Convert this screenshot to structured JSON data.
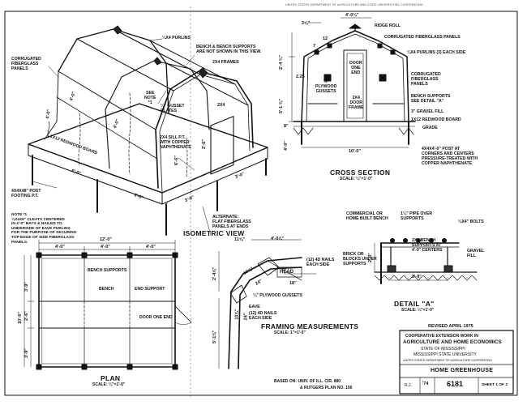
{
  "sheet": {
    "top_bar": "UNITED STATES DEPARTMENT OF AGRICULTURE AND STATE UNIVERSITIES COOPERATING",
    "revised": "REVISED APRIL 1975",
    "based_on_1": "BASED ON: UNIV. OF ILL. CIR. 880",
    "based_on_2": "& RUTGERS PLAN NO. 156"
  },
  "isometric": {
    "title": "ISOMETRIC VIEW",
    "labels": {
      "purlins": "¼x4 PURLINS",
      "bench_supports": "BENCH & BENCH SUPPORTS\nARE NOT SHOWN IN THIS VIEW.",
      "frames": "2x4 FRAMES",
      "corrugated": "CORRUGATED\nFIBERGLASS\nPANELS",
      "see_note": "SEE\nNOTE\n*1",
      "gusset": "¼\" GUSSET\nPLATES",
      "two_by_four": "2x4",
      "sill": "2x4 SILL P.T.\nWITH COPPER\nNAPHTHENATE",
      "redwood": "1x12 REDWOOD BOARD",
      "post": "4x4x48\" POST\nFOOTING P.T.",
      "note": "NOTE *1\n¼x4x6\" CLEATS CENTERED\nIN 4'-0\" BAYS & NAILED TO\nUNDERSIDE OF EAVE PURLINS\nFOR THE PURPOSE OF SECURING\nTOP EDGE OF SIDE FIBERGLASS\nPANELS.",
      "alternate": "ALTERNATE:\nFLAT FIBERGLASS\nPANELS AT ENDS",
      "d_4_0": "4'-0\"",
      "d_4_0b": "4'-0\"",
      "d_4_0c": "4'-0\"",
      "d_6_0": "6'-0\"",
      "d_6_0b": "6'-0\"",
      "d_2_6": "2'-6\"",
      "d_3_0": "3'-0\"",
      "d_3_0b": "3'-0\"",
      "d_6_6": "6'-6\""
    }
  },
  "cross_section": {
    "title": "CROSS SECTION",
    "scale": "SCALE: ¼\"=1'-0\"",
    "labels": {
      "ridge": "RIDGE ROLL",
      "corrugated": "CORRUGATED FIBERGLASS PANELS",
      "purlins": "¼x4 PURLINS (3) EACH SIDE",
      "corrugated2": "CORRUGATED\nFIBERGLASS\nPANELS",
      "plywood": "¼\"\nPLYWOOD\nGUSSETS",
      "door": "DOOR\nONE\nEND",
      "frame": "2x4\nDOOR\nFRAME",
      "bench": "BENCH SUPPORTS\nSEE DETAIL \"A\"",
      "gravel": "3\" GRAVEL FILL",
      "redwood": "1x12 REDWOOD BOARD",
      "grade": "GRADE",
      "post": "4x4x4'-0\" POST AT\nCORNERS AND CENTERS\nPRESSURE-TREATED WITH\nCOPPER NAPHTHENATE",
      "d_top": "4'-0¼\"",
      "d_3": "3⅝\"",
      "d_7": "7",
      "d_12": "12",
      "d_2_4": "2'-4 ¾\"",
      "d_225": "2.25",
      "d_5_1": "5'-1 ⅜\"",
      "d_8": "8\"",
      "d_4_0": "4'-0\"",
      "d_10_0": "10'-0\""
    }
  },
  "plan": {
    "title": "PLAN",
    "scale": "SCALE: ⅛\"=1'-0\"",
    "labels": {
      "top_dim": "12'-0\"",
      "seg_1": "4'-0\"",
      "seg_2": "4'-0\"",
      "seg_3": "4'-0\"",
      "bench_supports": "BENCH SUPPORTS",
      "bench": "BENCH",
      "end_support": "END SUPPORT",
      "door": "DOOR ONE END",
      "side_1": "3'-9\"",
      "side_2": "2'-6\"",
      "side_3": "3'-9\"",
      "overall": "10'-0\""
    }
  },
  "framing": {
    "title": "FRAMING MEASUREMENTS",
    "scale": "SCALE: 1\"=1'-0\"",
    "labels": {
      "d_11": "11⅝\"",
      "d_top": "4'-0⅝\"",
      "d_2_4": "2'-4⅝\"",
      "nails_top": "(12) 4d NAILS\nEACH SIDE",
      "head": "HEAD",
      "d_18": "18\"",
      "d_10": "10⅝\"",
      "d_24": "24\"",
      "gussets": "¼\" PLYWOOD GUSSETS",
      "eave": "EAVE",
      "nails_eave": "(12) 4d NAILS\nEACH SIDE",
      "d_5_1": "5'-1⅜\"",
      "d_10b": "10⅝\"",
      "d_24b": "24\""
    }
  },
  "detail_a": {
    "title": "DETAIL \"A\"",
    "scale": "SCALE: ¼\"=1'-0\"",
    "labels": {
      "commercial": "COMMERCIAL OR\nHOME BUILT BENCH",
      "pipe": "1¼\" PIPE OVER\nSUPPORTS",
      "bolts": "¼x4\" BOLTS",
      "bench_supports": "2x6 BENCH\nSUPPORTS AT\n4'-0\" CENTERS",
      "brick": "BRICK OR\nBLOCKS UNDER\nSUPPORTS",
      "gravel": "GRAVEL\nFILL",
      "d_2_0": "2'-0\"",
      "d_3_9": "3'-9\""
    }
  },
  "title_block": {
    "line1": "COOPERATIVE EXTENSION WORK IN",
    "line2": "AGRICULTURE AND HOME ECONOMICS",
    "line3": "STATE OF MISSISSIPPI",
    "line4": "MISSISSIPPI STATE UNIVERSITY",
    "line5": "UNITED STATES DEPARTMENT OF AGRICULTURE COOPERATING",
    "drawing_title": "HOME GREENHOUSE",
    "initials": "R.J.",
    "year": "'74",
    "number": "6181",
    "sheet": "SHEET 1 OF 2"
  }
}
